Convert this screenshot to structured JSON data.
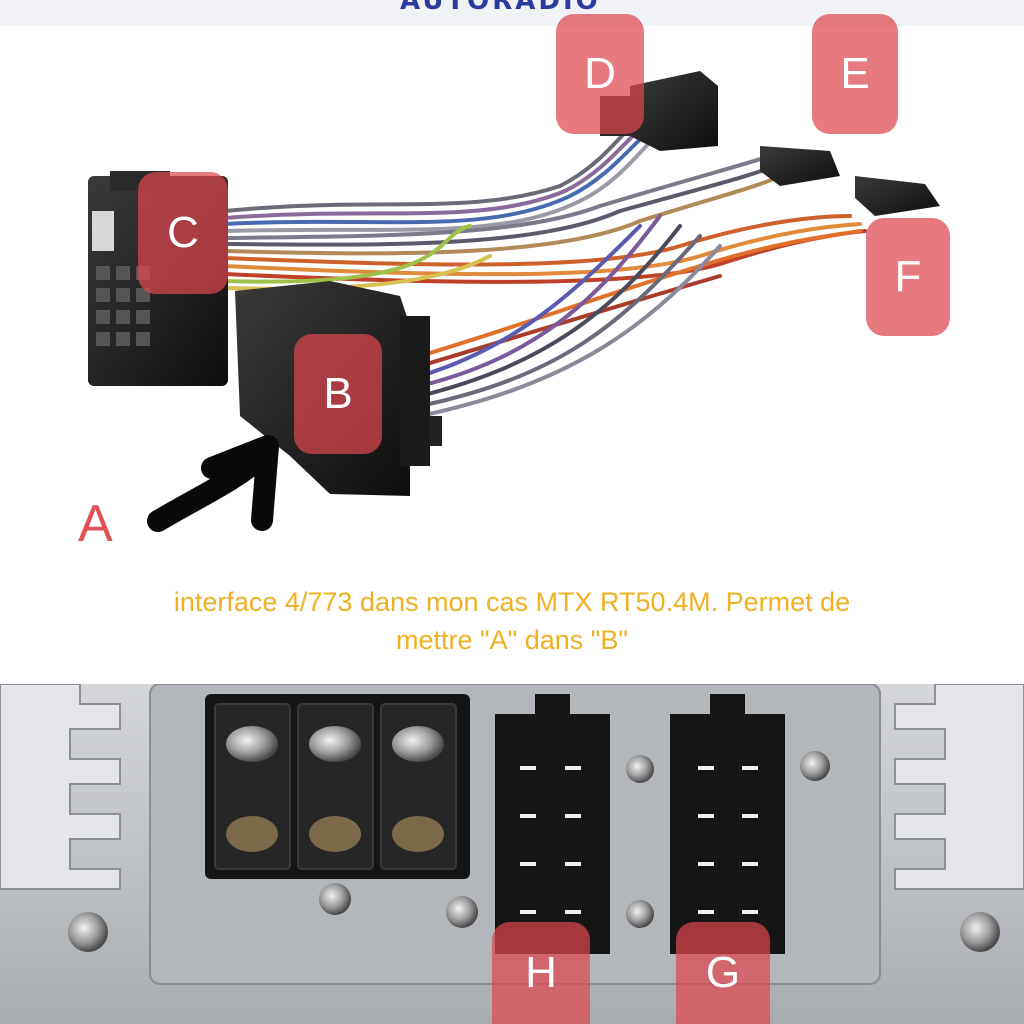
{
  "header": {
    "text": "AUTORADIO"
  },
  "labels": {
    "a": "A",
    "b": "B",
    "c": "C",
    "d": "D",
    "e": "E",
    "f": "F",
    "g": "G",
    "h": "H"
  },
  "caption": {
    "line1": "interface 4/773 dans mon cas MTX RT50.4M. Permet de",
    "line2": "mettre \"A\" dans \"B\""
  },
  "colors": {
    "label_fill": "#de4650",
    "caption": "#efb022",
    "connector": "#1a1a1a",
    "panel": "#bcbfc4"
  }
}
